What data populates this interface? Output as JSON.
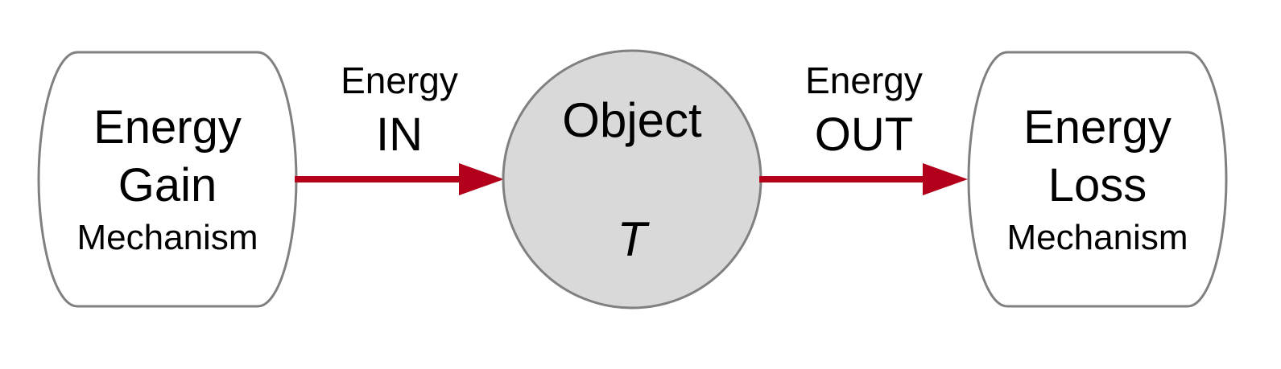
{
  "colors": {
    "stroke": "#808080",
    "object_fill": "#d9d9d9",
    "arrow": "#b3001b",
    "text": "#000000"
  },
  "gain_box": {
    "line1": "Energy",
    "line2": "Gain",
    "line3": "Mechanism"
  },
  "loss_box": {
    "line1": "Energy",
    "line2": "Loss",
    "line3": "Mechanism"
  },
  "object": {
    "title": "Object",
    "symbol": "T"
  },
  "arrow_in": {
    "line1": "Energy",
    "line2": "IN"
  },
  "arrow_out": {
    "line1": "Energy",
    "line2": "OUT"
  }
}
